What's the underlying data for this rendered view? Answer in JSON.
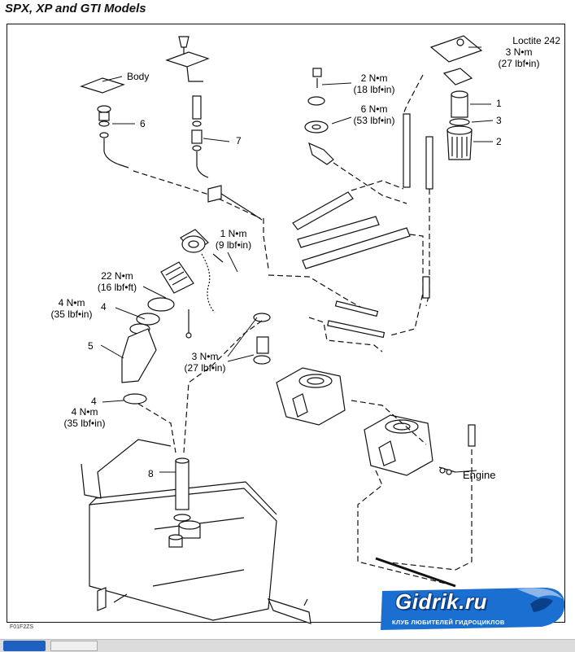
{
  "header": {
    "title": "SPX, XP and GTI Models"
  },
  "labels": {
    "loctite": "Loctite 242",
    "torque_3nm": "3 N•m",
    "torque_27lbf": "(27 lbf•in)",
    "torque_2nm": "2 N•m",
    "torque_18lbf": "(18 lbf•in)",
    "torque_6nm": "6 N•m",
    "torque_53lbf": "(53 lbf•in)",
    "body": "Body",
    "torque_1nm": "1 N•m",
    "torque_9lbf": "(9 lbf•in)",
    "torque_22nm": "22 N•m",
    "torque_16lbfft": "(16 lbf•ft)",
    "torque_4nm_a": "4 N•m",
    "torque_35lbf_a": "(35 lbf•in)",
    "torque_3nm_b": "3 N•m",
    "torque_27lbf_b": "(27 lbf•in)",
    "torque_4nm_b": "4 N•m",
    "torque_35lbf_b": "(35 lbf•in)",
    "engine": "Engine",
    "n1": "1",
    "n2": "2",
    "n3": "3",
    "n4a": "4",
    "n4b": "4",
    "n5": "5",
    "n6": "6",
    "n7": "7",
    "n8": "8"
  },
  "footer": {
    "figure_code": "F01F2ZS"
  },
  "logo": {
    "name": "Gidrik.ru",
    "tagline": "КЛУБ ЛЮБИТЕЛЕЙ ГИДРОЦИКЛОВ"
  },
  "colors": {
    "line": "#111111",
    "logo_blue": "#1a6fd1",
    "logo_dark": "#0a3f8a"
  }
}
